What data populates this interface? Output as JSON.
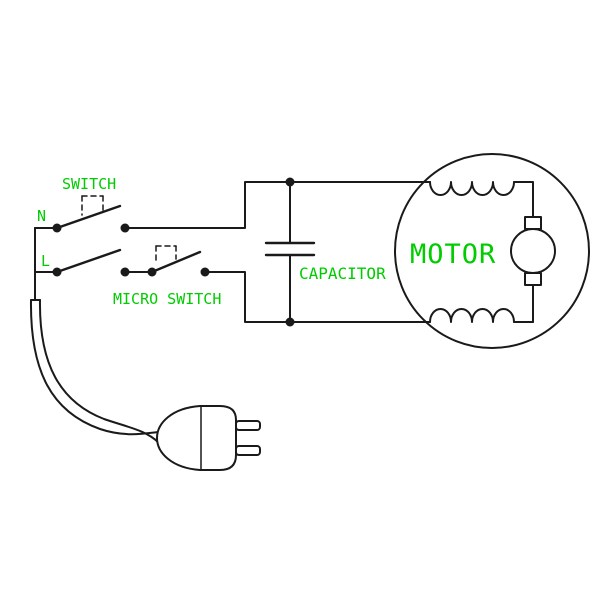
{
  "diagram": {
    "type": "electrical-schematic",
    "labels": {
      "switch": "SWITCH",
      "neutral": "N",
      "live": "L",
      "micro_switch": "MICRO SWITCH",
      "capacitor": "CAPACITOR",
      "motor": "MOTOR"
    },
    "colors": {
      "label": "#00cc00",
      "wire": "#1a1a1a",
      "background": "#ffffff"
    }
  }
}
